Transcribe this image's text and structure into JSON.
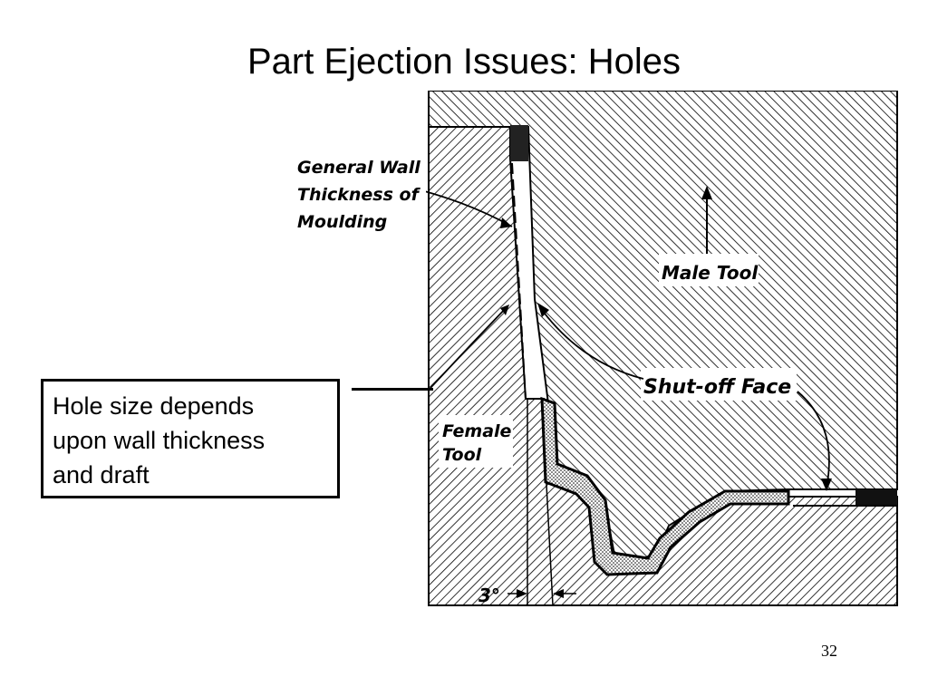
{
  "slide": {
    "title": "Part Ejection Issues: Holes",
    "page_number": "32"
  },
  "callout": {
    "lines": [
      "Hole size depends",
      "upon wall thickness",
      "and draft"
    ]
  },
  "diagram": {
    "labels": {
      "general_wall": [
        "General Wall",
        "Thickness of",
        "Moulding"
      ],
      "male_tool": "Male Tool",
      "shut_off_face": "Shut-off Face",
      "female_tool": [
        "Female",
        "Tool"
      ],
      "draft_angle": "3°"
    }
  }
}
